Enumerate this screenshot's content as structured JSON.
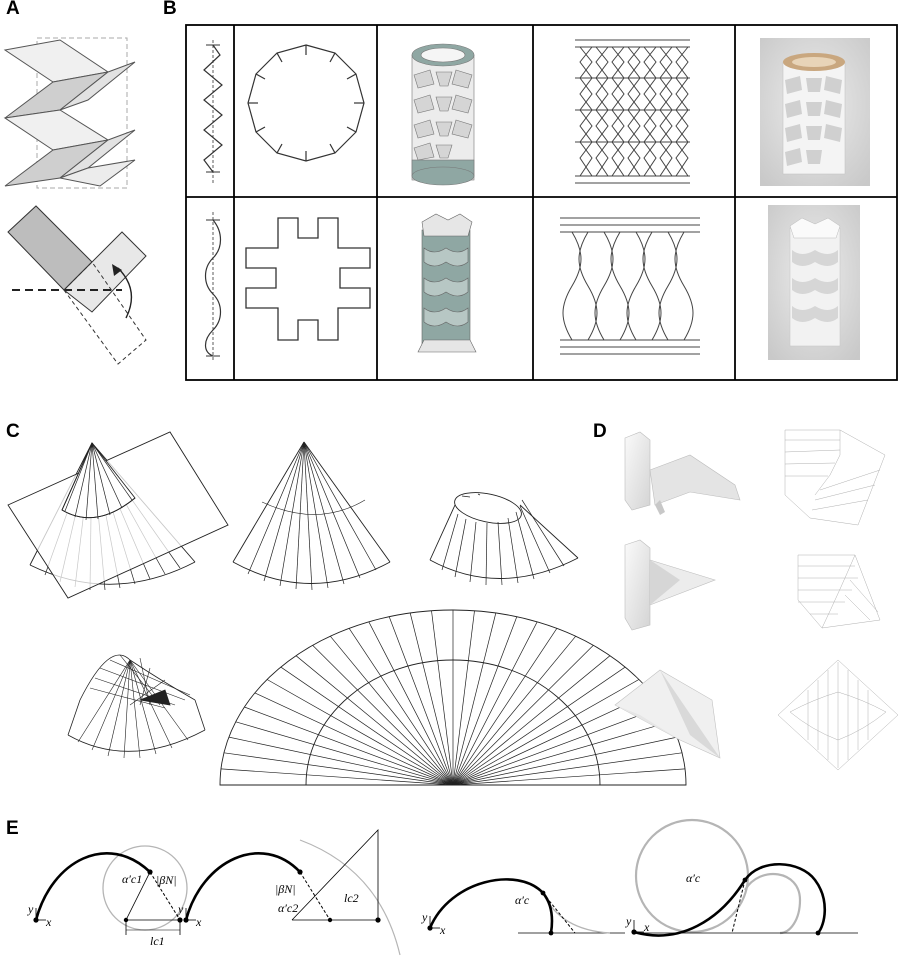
{
  "figure": {
    "panel_labels": {
      "a": "A",
      "b": "B",
      "c": "C",
      "d": "D",
      "e": "E"
    }
  },
  "panel_e": {
    "annotations": {
      "alpha_c1": "α′c1",
      "beta_n_1": "|βN|",
      "l_c1": "lc1",
      "beta_n_2": "|βN|",
      "alpha_c2": "α′c2",
      "l_c2": "lc2",
      "alpha_c_3": "α′c",
      "alpha_c_4": "α′c"
    },
    "axis_labels": {
      "x": "x",
      "y": "y"
    }
  },
  "colors": {
    "ink": "#000000",
    "gray_face": "#b9b9b9",
    "light_face": "#e6e6e6",
    "teal_band": "#8fa7a3",
    "photo_bg": "#d9d9d9",
    "render_gray": "#a0a0a0"
  }
}
